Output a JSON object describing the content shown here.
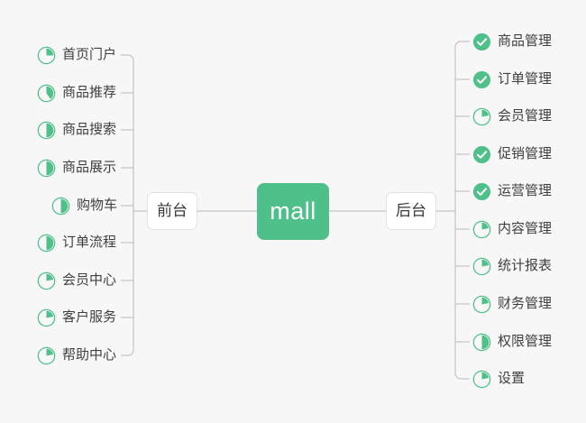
{
  "diagram": {
    "type": "mind-map",
    "background_color": "#f7f7f7",
    "accent_color": "#4fc08a",
    "line_color": "#b9b9b9",
    "text_color": "#3f3f3f"
  },
  "center": {
    "label": "mall"
  },
  "branches": [
    {
      "id": "frontend",
      "label": "前台",
      "side": "left"
    },
    {
      "id": "backend",
      "label": "后台",
      "side": "right"
    }
  ],
  "left_items": [
    {
      "label": "首页门户",
      "status": "partial",
      "progress": 25
    },
    {
      "label": "商品推荐",
      "status": "partial",
      "progress": 40
    },
    {
      "label": "商品搜索",
      "status": "partial",
      "progress": 50
    },
    {
      "label": "商品展示",
      "status": "partial",
      "progress": 50
    },
    {
      "label": "购物车",
      "status": "partial",
      "progress": 50
    },
    {
      "label": "订单流程",
      "status": "partial",
      "progress": 50
    },
    {
      "label": "会员中心",
      "status": "partial",
      "progress": 22
    },
    {
      "label": "客户服务",
      "status": "partial",
      "progress": 22
    },
    {
      "label": "帮助中心",
      "status": "partial",
      "progress": 22
    }
  ],
  "right_items": [
    {
      "label": "商品管理",
      "status": "done",
      "progress": 100
    },
    {
      "label": "订单管理",
      "status": "done",
      "progress": 100
    },
    {
      "label": "会员管理",
      "status": "partial",
      "progress": 22
    },
    {
      "label": "促销管理",
      "status": "done",
      "progress": 100
    },
    {
      "label": "运营管理",
      "status": "done",
      "progress": 100
    },
    {
      "label": "内容管理",
      "status": "partial",
      "progress": 22
    },
    {
      "label": "统计报表",
      "status": "partial",
      "progress": 22
    },
    {
      "label": "财务管理",
      "status": "partial",
      "progress": 22
    },
    {
      "label": "权限管理",
      "status": "partial",
      "progress": 50
    },
    {
      "label": "设置",
      "status": "partial",
      "progress": 22
    }
  ]
}
